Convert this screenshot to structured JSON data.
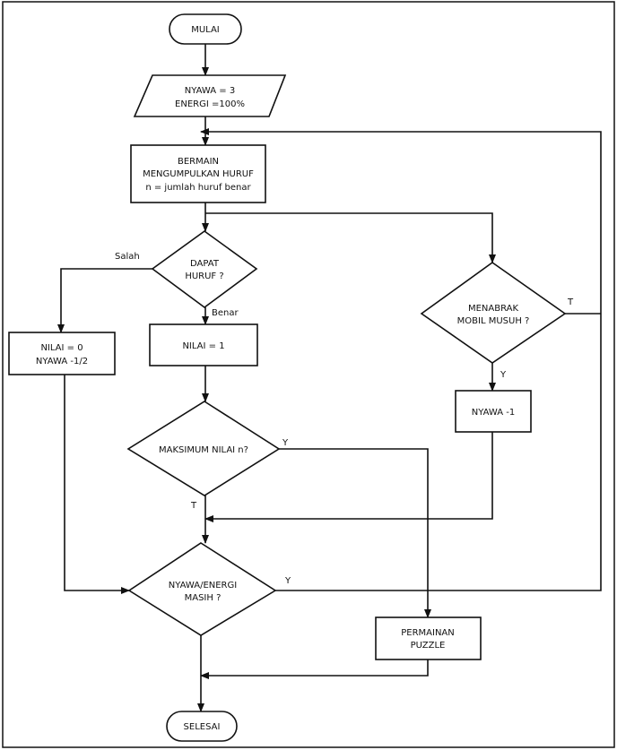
{
  "nodes": {
    "start": {
      "text": "MULAI"
    },
    "init": {
      "line1": "NYAWA = 3",
      "line2": "ENERGI =100%"
    },
    "play": {
      "line1": "BERMAIN",
      "line2": "MENGUMPULKAN HURUF",
      "line3": "n = jumlah huruf benar"
    },
    "dapat": {
      "line1": "DAPAT",
      "line2": "HURUF ?"
    },
    "nilai0": {
      "line1": "NILAI = 0",
      "line2": "NYAWA -1/2"
    },
    "nilai1": {
      "text": "NILAI = 1"
    },
    "maks": {
      "text": "MAKSIMUM NILAI n?"
    },
    "nyawa": {
      "line1": "NYAWA/ENERGI",
      "line2": "MASIH ?"
    },
    "menabrak": {
      "line1": "MENABRAK",
      "line2": "MOBIL MUSUH ?"
    },
    "nyawa1": {
      "text": "NYAWA -1"
    },
    "puzzle": {
      "line1": "PERMAINAN",
      "line2": "PUZZLE"
    },
    "end": {
      "text": "SELESAI"
    }
  },
  "edge_labels": {
    "salah": "Salah",
    "benar": "Benar",
    "maks_yes": "Y",
    "maks_no": "T",
    "nyawa_yes": "Y",
    "menabrak_no": "T",
    "menabrak_yes": "Y"
  }
}
